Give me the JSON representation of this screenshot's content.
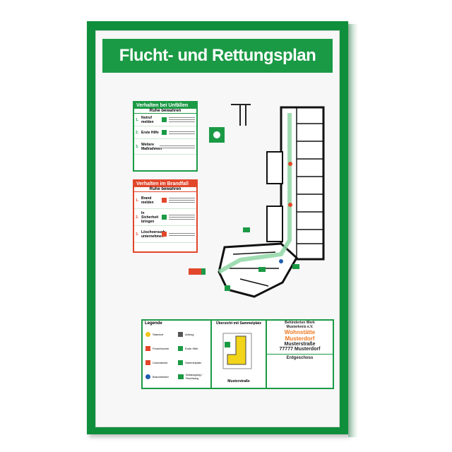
{
  "title": "Flucht- und Rettungsplan",
  "accident_panel": {
    "heading": "Verhalten bei Unfällen",
    "subheading": "Ruhe bewahren",
    "steps": [
      {
        "num": "1.",
        "label": "Notruf melden"
      },
      {
        "num": "2.",
        "label": "Erste Hilfe"
      },
      {
        "num": "3.",
        "label": "Weitere Maßnahmen"
      }
    ]
  },
  "fire_panel": {
    "heading": "Verhalten im Brandfall",
    "subheading": "Ruhe bewahren",
    "steps": [
      {
        "num": "1.",
        "label": "Brand melden"
      },
      {
        "num": "2.",
        "label": "In Sicherheit bringen"
      },
      {
        "num": "3.",
        "label": "Löschversuch unternehmen"
      }
    ]
  },
  "legend": {
    "heading": "Legende",
    "items": [
      "Standort",
      "Aufzug",
      "Feuerlöscher",
      "Erste Hilfe",
      "Löschdecke",
      "Sammelplatz",
      "Brandmelder",
      "Notausgang / Fluchtweg"
    ]
  },
  "overview": {
    "heading": "Übersicht mit Sammelplatz",
    "street": "Musterstraße"
  },
  "info": {
    "org": "Behinderten Werk",
    "org2": "Musterkreis e.V.",
    "facility": "Wohnstätte",
    "town": "Musterdorf",
    "street": "Musterstraße",
    "city": "77777 Musterdorf",
    "floor": "Erdgeschoss"
  },
  "colors": {
    "frame": "#0f8f3c",
    "safety_green": "#1b9a45",
    "fire_red": "#e2462b",
    "orange": "#f07820"
  }
}
